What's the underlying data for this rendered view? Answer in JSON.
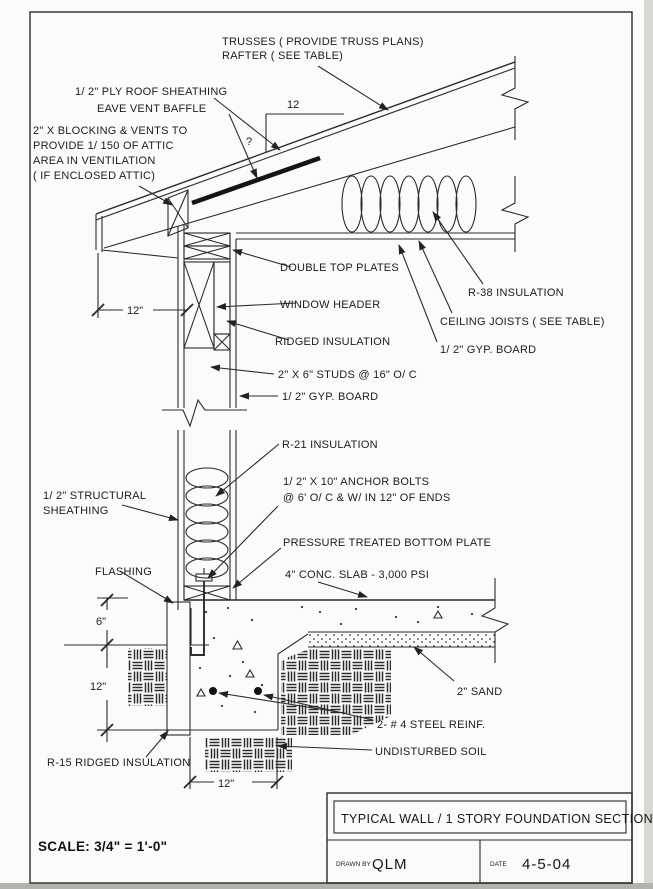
{
  "annotations": {
    "trusses": [
      "TRUSSES ( PROVIDE TRUSS PLANS)",
      "RAFTER ( SEE TABLE)"
    ],
    "ply_sheathing": "1/ 2\" PLY ROOF SHEATHING",
    "eave_baffle": "EAVE VENT BAFFLE",
    "blocking": [
      "2\" X BLOCKING & VENTS TO",
      "PROVIDE 1/ 150 OF ATTIC",
      "AREA IN VENTILATION",
      "( IF ENCLOSED ATTIC)"
    ],
    "double_top_plates": "DOUBLE TOP PLATES",
    "window_header": "WINDOW HEADER",
    "ridged_insulation": "RIDGED INSULATION",
    "r38_insulation": "R-38 INSULATION",
    "ceiling_joists": "CEILING JOISTS ( SEE TABLE)",
    "gyp_board_ceiling": "1/ 2\" GYP. BOARD",
    "studs": "2\" X 6\" STUDS @ 16\" O/ C",
    "gyp_board_wall": "1/ 2\" GYP. BOARD",
    "r21_insulation": "R-21 INSULATION",
    "anchor_bolts": [
      "1/ 2\" X 10\" ANCHOR BOLTS",
      "@ 6' O/ C & W/ IN 12\" OF ENDS"
    ],
    "structural_sheathing": [
      "1/ 2\" STRUCTURAL",
      "SHEATHING"
    ],
    "flashing": "FLASHING",
    "bottom_plate": "PRESSURE TREATED BOTTOM PLATE",
    "conc_slab": "4\" CONC. SLAB - 3,000 PSI",
    "sand": "2\" SAND",
    "steel_reinf": "2- # 4 STEEL REINF.",
    "undisturbed_soil": "UNDISTURBED SOIL",
    "r15_insulation": "R-15 RIDGED INSULATION"
  },
  "slope_marker": {
    "run": "12",
    "rise": "?"
  },
  "dimensions": {
    "eave_overhang": "12\"",
    "slab_to_grade": "6\"",
    "grade_to_footing": "12\"",
    "footing_width": "12\""
  },
  "scale_note": "SCALE: 3/4\" = 1'-0\"",
  "title_block": {
    "title": "TYPICAL WALL / 1 STORY FOUNDATION SECTION",
    "drawn_by_label": "DRAWN BY",
    "drawn_by": "QLM",
    "date_label": "DATE",
    "date": "4-5-04"
  }
}
